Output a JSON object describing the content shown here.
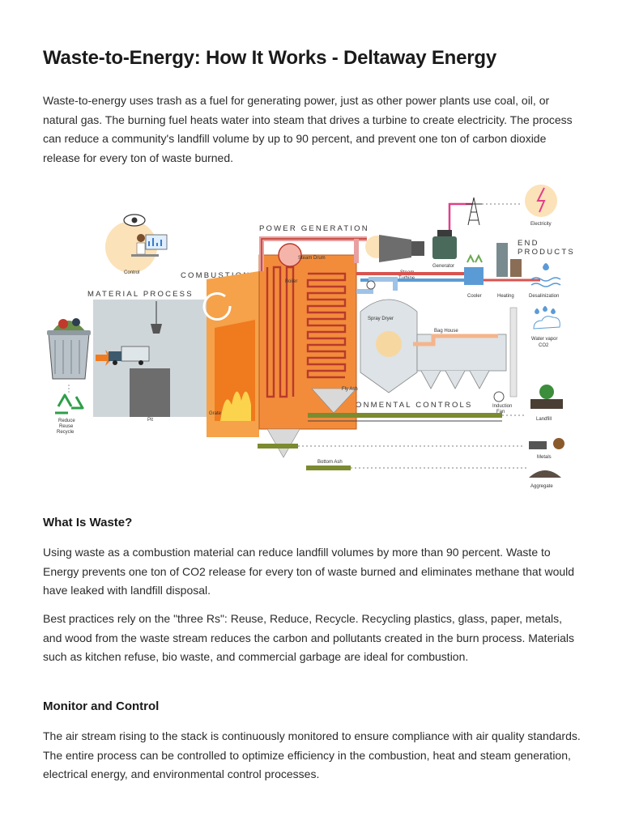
{
  "article": {
    "title": "Waste-to-Energy: How It Works - Deltaway Energy",
    "intro": "Waste-to-energy uses trash as a fuel for generating power, just as other power plants use coal, oil, or natural gas. The burning fuel heats water into steam that drives a turbine to create electricity. The process can reduce a community's landfill volume by up to 90 percent, and prevent one ton of carbon dioxide release for every ton of waste burned.",
    "sections": [
      {
        "heading": "What Is Waste?",
        "paragraphs": [
          "Using waste as a combustion material can reduce landfill volumes by more than 90 percent. Waste to Energy prevents one ton of CO2 release for every ton of waste burned and eliminates methane that would have leaked with landfill disposal.",
          "Best practices rely on the \"three Rs\": Reuse, Reduce, Recycle. Recycling plastics, glass, paper, metals, and wood from the waste stream reduces the carbon and pollutants created in the burn process. Materials such as kitchen refuse, bio waste, and commercial garbage are ideal for combustion."
        ]
      },
      {
        "heading": "Monitor and Control",
        "paragraphs": [
          "The air stream rising to the stack is continuously monitored to ensure compliance with air quality standards. The entire process can be controlled to optimize efficiency in the combustion, heat and steam generation, electrical energy, and environmental control processes."
        ]
      }
    ]
  },
  "diagram": {
    "sections": {
      "power_generation": "POWER GENERATION",
      "combustion": "COMBUSTION",
      "material_process": "MATERIAL PROCESS",
      "environmental_controls": "ENVIRONMENTAL CONTROLS",
      "end_products_1": "END",
      "end_products_2": "PRODUCTS"
    },
    "labels": {
      "control": "Control",
      "steam_drum": "Steam Drum",
      "boiler": "Boiler",
      "steam_turbine_1": "Steam",
      "steam_turbine_2": "Turbine",
      "generator": "Generator",
      "electricity": "Electricity",
      "cooler": "Cooler",
      "heating": "Heating",
      "desalinization": "Desalinization",
      "water_vapor_1": "Water vapor",
      "water_vapor_2": "CO2",
      "spray_dryer": "Spray Dryer",
      "bag_house": "Bag House",
      "fly_ash": "Fly Ash",
      "induction_fan_1": "Induction",
      "induction_fan_2": "Fan",
      "pit": "Pit",
      "grate": "Grate",
      "bottom_ash": "Bottom Ash",
      "reduce": "Reduce",
      "reuse": "Reuse",
      "recycle": "Recycle",
      "landfill": "Landfill",
      "metals": "Metals",
      "aggregate": "Aggregate"
    },
    "colors": {
      "fire": "#f07a1e",
      "steam": "#d9534f",
      "water": "#5b9bd5",
      "recycle": "#2e9e49",
      "electric": "#e0408a"
    }
  }
}
